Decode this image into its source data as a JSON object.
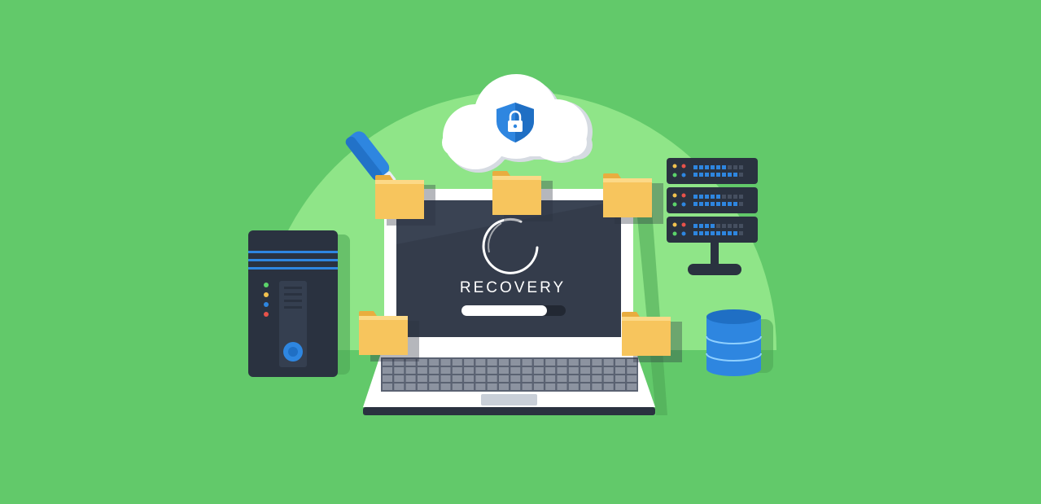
{
  "scene": {
    "kind": "data recovery illustration",
    "screen_text": "RECOVERY",
    "progress_fraction": 0.82,
    "colors": {
      "background": "#62c96a",
      "backdrop_dome": "#8fe588",
      "device_dark": "#2a3240",
      "screen": "#3a4353",
      "folder": "#f7c55d",
      "accent_blue": "#2e86e0",
      "cloud": "#ffffff"
    },
    "icons": [
      "cloud-icon",
      "shield-lock-icon",
      "usb-drive-icon",
      "folder-icon",
      "pc-tower-icon",
      "server-rack-icon",
      "database-icon",
      "laptop-icon",
      "loading-spinner-icon"
    ]
  }
}
